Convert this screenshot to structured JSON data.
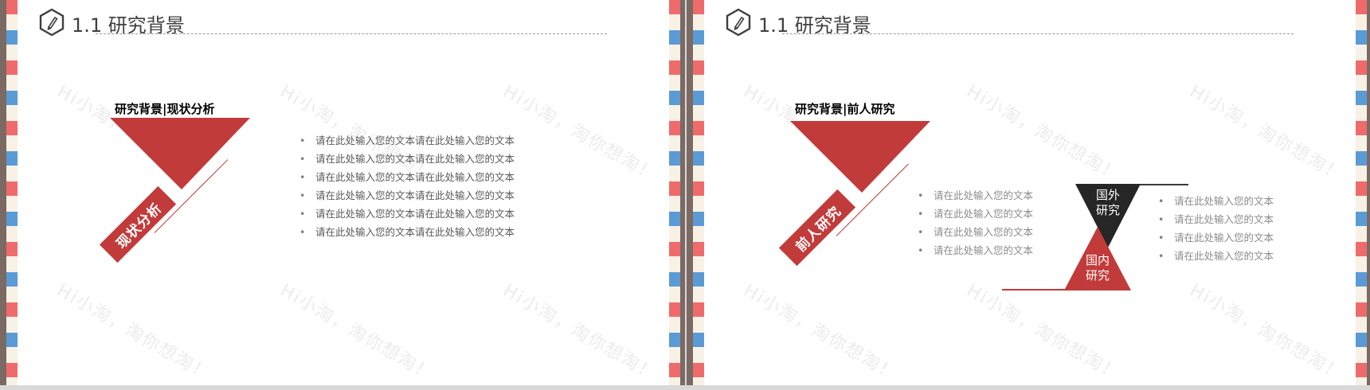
{
  "slides": [
    {
      "title": "1.1 研究背景",
      "heading": "研究背景|现状分析",
      "banner": "现状分析",
      "bullets": [
        "请在此处输入您的文本请在此处输入您的文本",
        "请在此处输入您的文本请在此处输入您的文本",
        "请在此处输入您的文本请在此处输入您的文本",
        "请在此处输入您的文本请在此处输入您的文本",
        "请在此处输入您的文本请在此处输入您的文本",
        "请在此处输入您的文本请在此处输入您的文本"
      ]
    },
    {
      "title": "1.1 研究背景",
      "heading": "研究背景|前人研究",
      "banner": "前人研究",
      "left_bullets": [
        "请在此处输入您的文本",
        "请在此处输入您的文本",
        "请在此处输入您的文本",
        "请在此处输入您的文本"
      ],
      "top_triangle": {
        "line1": "国外",
        "line2": "研究"
      },
      "bottom_triangle": {
        "line1": "国内",
        "line2": "研究"
      },
      "right_bullets": [
        "请在此处输入您的文本",
        "请在此处输入您的文本",
        "请在此处输入您的文本",
        "请在此处输入您的文本"
      ]
    }
  ],
  "watermark_text": "Hi小淘，淘你想淘！",
  "colors": {
    "accent_red": "#c23b3b",
    "dark": "#262626",
    "frame": "#7b6a63",
    "stripe_red": "#ef6b6b",
    "stripe_blue": "#5a9bd6"
  },
  "icons": {
    "header_icon": "pencil-hexagon-icon"
  }
}
